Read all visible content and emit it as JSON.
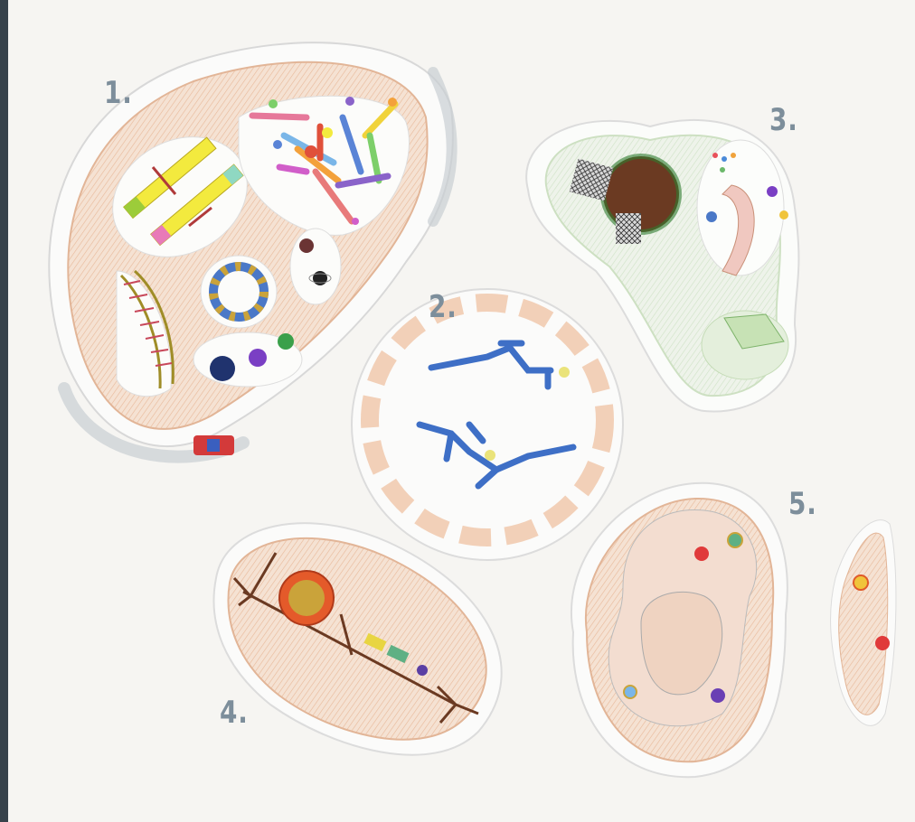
{
  "labels": {
    "panel1": "1.",
    "panel2": "2.",
    "panel3": "3.",
    "panel4": "4.",
    "panel5": "5."
  },
  "colors": {
    "background_border": "#37424b",
    "paper": "#f6f5f2",
    "label": "#7d8e9b",
    "orange_fill": "#f3d9c4",
    "orange_stroke": "#d98c5f"
  }
}
